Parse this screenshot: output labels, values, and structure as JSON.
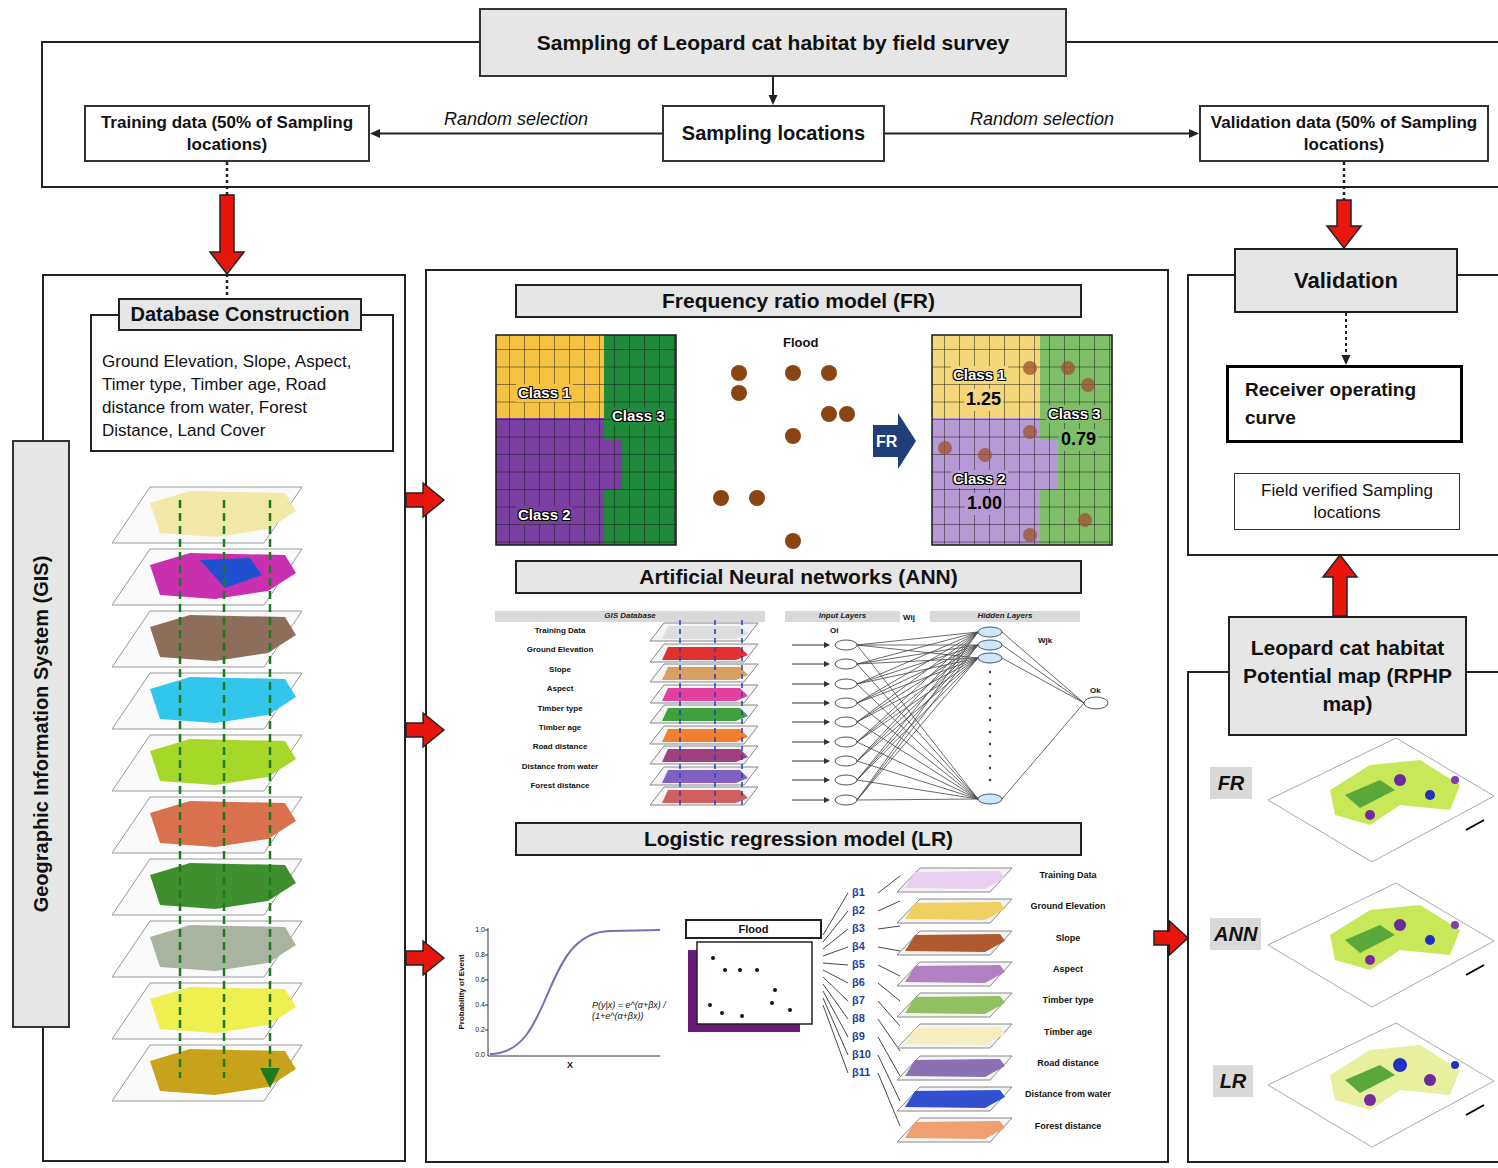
{
  "diagram": {
    "nodes": [
      {
        "text": [
          "Sampling of Leopard cat habitat by field survey"
        ]
      },
      {
        "text": [
          "Sampling locations"
        ]
      },
      {
        "text": [
          "Training data (50% of Sampling locations)"
        ]
      },
      {
        "text": [
          "Validation data (50% of Sampling locations)"
        ]
      },
      {
        "text": [
          "Database Construction",
          "Ground Elevation, Slope, Aspect, Timer type, Timber age, Road distance from water, Forest Distance, Land Cover"
        ]
      },
      {
        "text": [
          "Geographic Information System (GIS)"
        ]
      },
      {
        "text": [
          "Frequency ratio model (FR)"
        ]
      },
      {
        "text": [
          "Artificial Neural networks (ANN)"
        ]
      },
      {
        "text": [
          "Logistic regression model (LR)"
        ]
      },
      {
        "text": [
          "Validation"
        ]
      },
      {
        "text": [
          "Receiver operating curve"
        ],
        "in": 9
      },
      {
        "text": [
          "Field verified Sampling locations"
        ],
        "in": 9
      },
      {
        "text": [
          "Leopard cat habitat Potential map (RPHP map)"
        ]
      },
      {
        "text": [
          "FR"
        ],
        "in": 12
      },
      {
        "text": [
          "ANN"
        ],
        "in": 12
      },
      {
        "text": [
          "LR"
        ],
        "in": 12
      }
    ],
    "edges": [
      {
        "from": 0,
        "to": 1,
        "arrow": "to"
      },
      {
        "from": 1,
        "to": 2,
        "label": "Random selection",
        "arrow": "to"
      },
      {
        "from": 1,
        "to": 3,
        "label": "Random selection",
        "arrow": "to"
      },
      {
        "from": 2,
        "to": 4,
        "arrow": "to"
      },
      {
        "from": 3,
        "to": 9,
        "arrow": "to"
      },
      {
        "from": 9,
        "to": 10,
        "arrow": "to"
      },
      {
        "from": 4,
        "to": 6,
        "arrow": "to"
      },
      {
        "from": 4,
        "to": 7,
        "arrow": "to"
      },
      {
        "from": 4,
        "to": 8,
        "arrow": "to"
      },
      {
        "from": 8,
        "to": 12,
        "arrow": "to"
      },
      {
        "from": 12,
        "to": 9,
        "arrow": "to"
      }
    ],
    "labels": [
      "Class 1",
      "Class 3",
      "Class 2",
      "Flood",
      "FR",
      "Class 1",
      "1.25",
      "Class 3",
      "0.79",
      "Class 2",
      "1.00",
      "GIS Database",
      "Input Layers",
      "Hidden Layers",
      "Training Data",
      "Ground Elevation",
      "Slope",
      "Aspect",
      "Timber type",
      "Timber age",
      "Road distance",
      "Distance from water",
      "Forest distance",
      "Oi",
      "Wij",
      "Wjk",
      "Ok",
      "1.0",
      "0.8",
      "0.6",
      "0.4",
      "0.2",
      "0.0",
      "Probability of Event",
      "X",
      "P(y|x) = e^(α+βx) / (1+e^(α+βx))",
      "Flood",
      "β1",
      "β2",
      "β3",
      "β4",
      "β5",
      "β6",
      "β7",
      "β8",
      "β9",
      "β10",
      "β11",
      "Training Data",
      "Ground Elevation",
      "Slope",
      "Aspect",
      "Timber type",
      "Timber age",
      "Road distance",
      "Distance from water",
      "Forest distance"
    ]
  }
}
